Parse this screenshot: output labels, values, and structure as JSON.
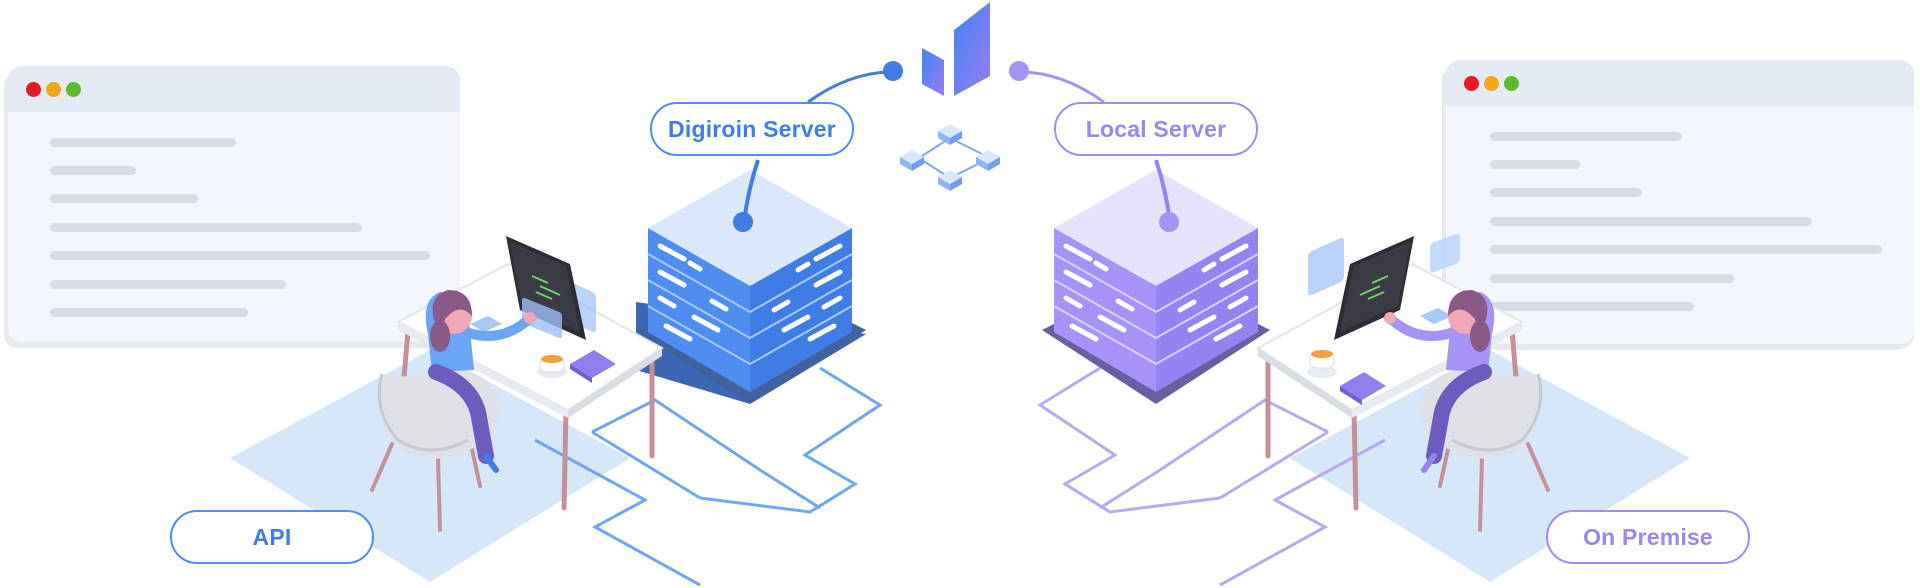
{
  "labels": {
    "left_server": "Digiroin Server",
    "right_server": "Local Server",
    "api": "API",
    "on_premise": "On Premise"
  },
  "colors": {
    "blue_accent": "#4f8ef0",
    "purple_accent": "#a08cf5",
    "blue_server_top": "#dbe8fb",
    "blue_server_side": "#4f8ef0",
    "purple_server_top": "#e7e2fd",
    "purple_server_side": "#a792f7",
    "floor_shadow": "#d6e7fa",
    "panel_bg": "#f3f7fd",
    "text_line": "#d8dde5"
  },
  "icons": {
    "logo": "digiroin-logo-icon",
    "network": "network-nodes-icon",
    "window_controls": [
      "close-dot",
      "minimize-dot",
      "maximize-dot"
    ]
  }
}
